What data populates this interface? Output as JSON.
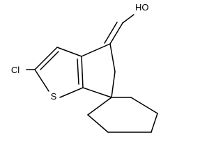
{
  "molecule": {
    "atom_labels": {
      "hydroxyl": "HO",
      "chlorine": "Cl",
      "sulfur": "S"
    },
    "colors": {
      "bond": "#000000",
      "label": "#000000",
      "background": "#ffffff"
    }
  }
}
